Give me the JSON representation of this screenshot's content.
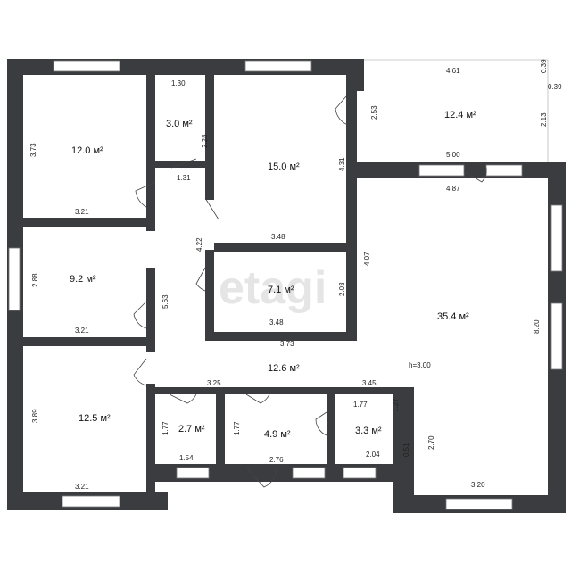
{
  "watermark": "etagi",
  "height_label": "h=3.00",
  "rooms": [
    {
      "id": "bedroom-top-left",
      "area": "12.0 м²",
      "dims": [
        "3.73",
        "3.21"
      ]
    },
    {
      "id": "closet-top",
      "area": "3.0 м²",
      "dims": [
        "1.30",
        "2.28",
        "1.31"
      ]
    },
    {
      "id": "bedroom-top-middle",
      "area": "15.0 м²",
      "dims": [
        "4.31",
        "3.48"
      ]
    },
    {
      "id": "terrace",
      "area": "12.4 м²",
      "dims": [
        "4.61",
        "0.39",
        "0.39",
        "2.53",
        "2.13",
        "5.00",
        "4.87"
      ]
    },
    {
      "id": "room-left-middle",
      "area": "9.2 м²",
      "dims": [
        "2.88",
        "3.21"
      ]
    },
    {
      "id": "storage-center",
      "area": "7.1 м²",
      "dims": [
        "4.22",
        "2.03",
        "3.48"
      ]
    },
    {
      "id": "living-room",
      "area": "35.4 м²",
      "dims": [
        "4.07",
        "8.20",
        "3.20",
        "2.70"
      ]
    },
    {
      "id": "hallway",
      "area": "12.6 м²",
      "dims": [
        "5.63",
        "3.73",
        "3.25",
        "3.45"
      ]
    },
    {
      "id": "bedroom-bottom-left",
      "area": "12.5 м²",
      "dims": [
        "3.89",
        "3.21"
      ]
    },
    {
      "id": "bathroom-1",
      "area": "2.7 м²",
      "dims": [
        "1.77",
        "1.54"
      ]
    },
    {
      "id": "bathroom-2",
      "area": "4.9 м²",
      "dims": [
        "1.77",
        "2.76"
      ]
    },
    {
      "id": "bathroom-3",
      "area": "3.3 м²",
      "dims": [
        "1.77",
        "1.27",
        "0.51",
        "2.04"
      ]
    }
  ]
}
